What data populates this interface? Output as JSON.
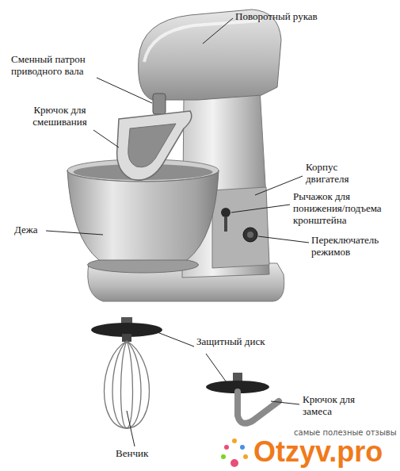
{
  "diagram": {
    "labels": [
      "Поворотный рукав",
      "Сменный патрон приводного вала",
      "Крючок для смешивания",
      "Корпус двигателя",
      "Рычажок для понижения/подъема кронштейна",
      "Дежа",
      "Переключатель режимов",
      "Защитный диск",
      "Крючок для замеса",
      "Венчик",
      "самые полезные отзывы",
      "Otzyv.pro"
    ]
  }
}
